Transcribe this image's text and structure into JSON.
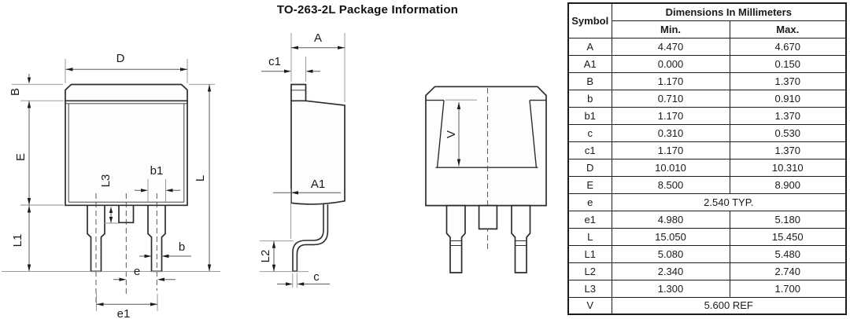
{
  "title": "TO-263-2L Package Information",
  "views": {
    "front": {
      "labels": {
        "D": "D",
        "B": "B",
        "E": "E",
        "L1": "L1",
        "L": "L",
        "b1": "b1",
        "L3": "L3",
        "b": "b",
        "e": "e",
        "e1": "e1"
      }
    },
    "side": {
      "labels": {
        "A": "A",
        "c1": "c1",
        "A1": "A1",
        "L2": "L2",
        "c": "c"
      }
    },
    "back": {
      "labels": {
        "V": "V"
      }
    }
  },
  "table": {
    "header": {
      "symbol": "Symbol",
      "group": "Dimensions In Millimeters",
      "min": "Min.",
      "max": "Max."
    },
    "rows": [
      {
        "symbol": "A",
        "min": "4.470",
        "max": "4.670"
      },
      {
        "symbol": "A1",
        "min": "0.000",
        "max": "0.150"
      },
      {
        "symbol": "B",
        "min": "1.170",
        "max": "1.370"
      },
      {
        "symbol": "b",
        "min": "0.710",
        "max": "0.910"
      },
      {
        "symbol": "b1",
        "min": "1.170",
        "max": "1.370"
      },
      {
        "symbol": "c",
        "min": "0.310",
        "max": "0.530"
      },
      {
        "symbol": "c1",
        "min": "1.170",
        "max": "1.370"
      },
      {
        "symbol": "D",
        "min": "10.010",
        "max": "10.310"
      },
      {
        "symbol": "E",
        "min": "8.500",
        "max": "8.900"
      },
      {
        "symbol": "e",
        "span": "2.540 TYP."
      },
      {
        "symbol": "e1",
        "min": "4.980",
        "max": "5.180"
      },
      {
        "symbol": "L",
        "min": "15.050",
        "max": "15.450"
      },
      {
        "symbol": "L1",
        "min": "5.080",
        "max": "5.480"
      },
      {
        "symbol": "L2",
        "min": "2.340",
        "max": "2.740"
      },
      {
        "symbol": "L3",
        "min": "1.300",
        "max": "1.700"
      },
      {
        "symbol": "V",
        "span": "5.600 REF"
      }
    ]
  },
  "colors": {
    "background": "#ffffff",
    "outline": "#2d2d2d",
    "dimension_line": "#5a5a5a",
    "extension_line": "#8d8d8d",
    "table_border": "#1c1c1c",
    "text": "#1a1a1a",
    "body_fill": "#fdfdfd"
  }
}
